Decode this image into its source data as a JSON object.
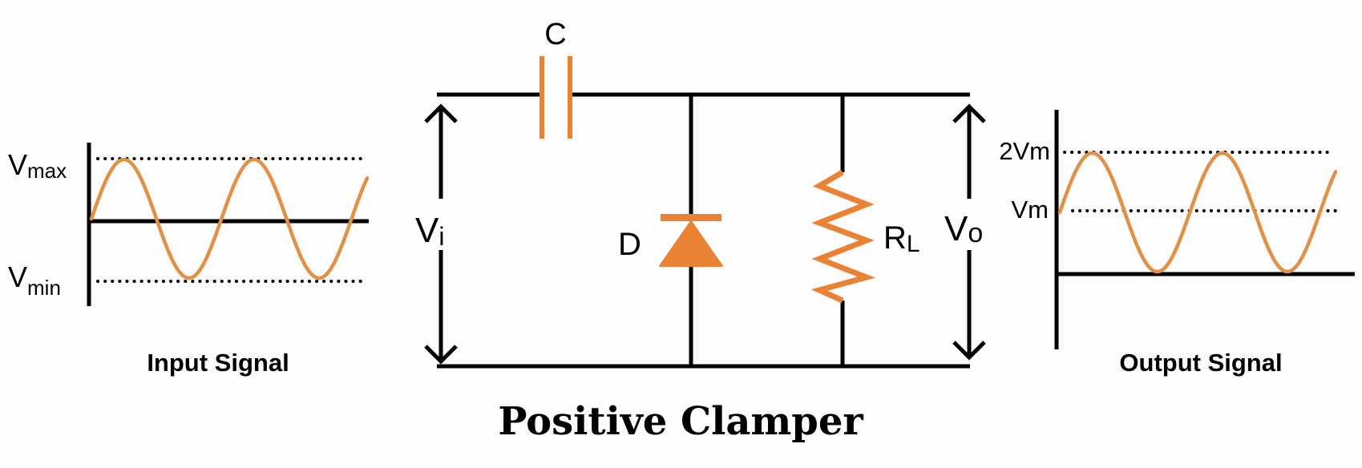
{
  "title": "Positive Clamper",
  "colors": {
    "wire": "#000000",
    "component": "#ea8236",
    "waveform": "#e39047",
    "background": "#fdfdfd"
  },
  "input_signal": {
    "caption": "Input Signal",
    "vmax_label": {
      "base": "V",
      "sub": "max"
    },
    "vmin_label": {
      "base": "V",
      "sub": "min"
    },
    "cycles": 2
  },
  "output_signal": {
    "caption": "Output Signal",
    "top_label": "2Vm",
    "mid_label": "Vm",
    "cycles": 2
  },
  "circuit": {
    "capacitor_label": "C",
    "diode_label": "D",
    "resistor_label": {
      "base": "R",
      "sub": "L"
    },
    "input_voltage_label": {
      "base": "V",
      "sub": "i"
    },
    "output_voltage_label": {
      "base": "V",
      "sub": "o"
    }
  }
}
